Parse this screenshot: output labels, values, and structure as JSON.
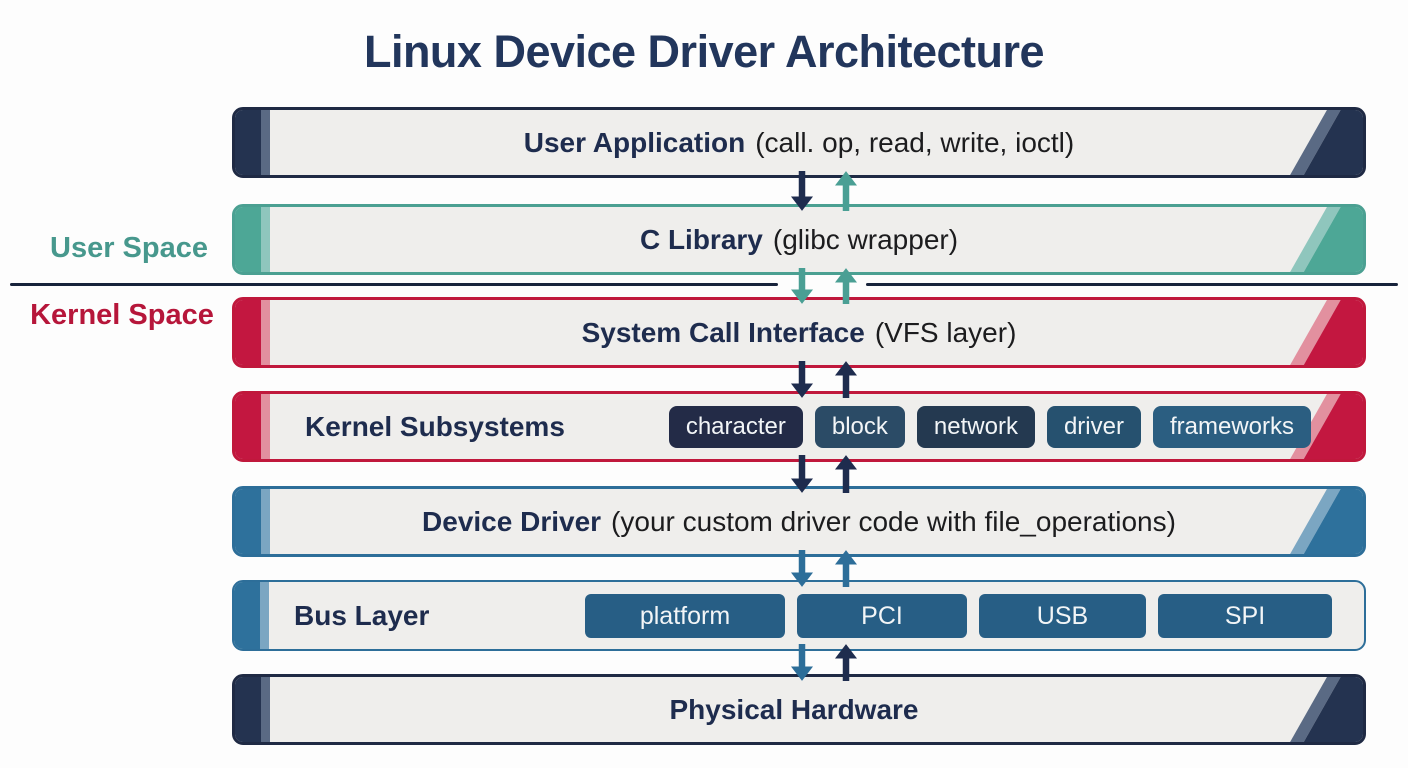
{
  "title": "Linux Device Driver Architecture",
  "space_labels": {
    "user": "User Space",
    "kernel": "Kernel Space"
  },
  "layers": [
    {
      "id": "user-application",
      "title": "User Application",
      "subtitle": "(call. op, read, write, ioctl)",
      "theme": "navy",
      "accent": "#243350"
    },
    {
      "id": "c-library",
      "title": "C Library",
      "subtitle": "(glibc wrapper)",
      "theme": "teal",
      "accent": "#4da796"
    },
    {
      "id": "system-call-interface",
      "title": "System Call Interface",
      "subtitle": "(VFS layer)",
      "theme": "crimson",
      "accent": "#c31740"
    },
    {
      "id": "kernel-subsystems",
      "title": "Kernel Subsystems",
      "theme": "crimson",
      "accent": "#c31740",
      "tags": [
        "character",
        "block",
        "network",
        "driver",
        "frameworks"
      ],
      "tag_colors": [
        "#232b47",
        "#2b4b66",
        "#243950",
        "#26516f",
        "#2b5e81"
      ]
    },
    {
      "id": "device-driver",
      "title": "Device Driver",
      "subtitle": "(your custom driver code with file_operations)",
      "theme": "steel",
      "accent": "#2e719c"
    },
    {
      "id": "bus-layer",
      "title": "Bus Layer",
      "theme": "steel",
      "accent": "#2e719c",
      "tags": [
        "platform",
        "PCI",
        "USB",
        "SPI"
      ],
      "tag_colors": [
        "#275e85",
        "#275e85",
        "#275e85",
        "#275e85"
      ]
    },
    {
      "id": "physical-hardware",
      "title": "Physical Hardware",
      "theme": "navy",
      "accent": "#243350"
    }
  ],
  "arrows": [
    {
      "between": "user-application/c-library",
      "down_color": "#1e2c4e",
      "up_color": "#4a9f94"
    },
    {
      "between": "c-library/system-call-interface",
      "down_color": "#4a9f94",
      "up_color": "#4a9f94"
    },
    {
      "between": "system-call-interface/kernel-subsystems",
      "down_color": "#1e2c4e",
      "up_color": "#1e2c4e"
    },
    {
      "between": "kernel-subsystems/device-driver",
      "down_color": "#1e2c4e",
      "up_color": "#1e2c4e"
    },
    {
      "between": "device-driver/bus-layer",
      "down_color": "#2d6e99",
      "up_color": "#2d6e99"
    },
    {
      "between": "bus-layer/physical-hardware",
      "down_color": "#2d6e99",
      "up_color": "#1e2c4e"
    }
  ],
  "colors": {
    "title_text": "#22365c",
    "bold_text": "#1e2c4e",
    "body_text": "#1c1c1e",
    "bar_background": "#efeeec",
    "user_space_label": "#47988d",
    "kernel_space_label": "#b6163a",
    "divider": "#17233b"
  }
}
